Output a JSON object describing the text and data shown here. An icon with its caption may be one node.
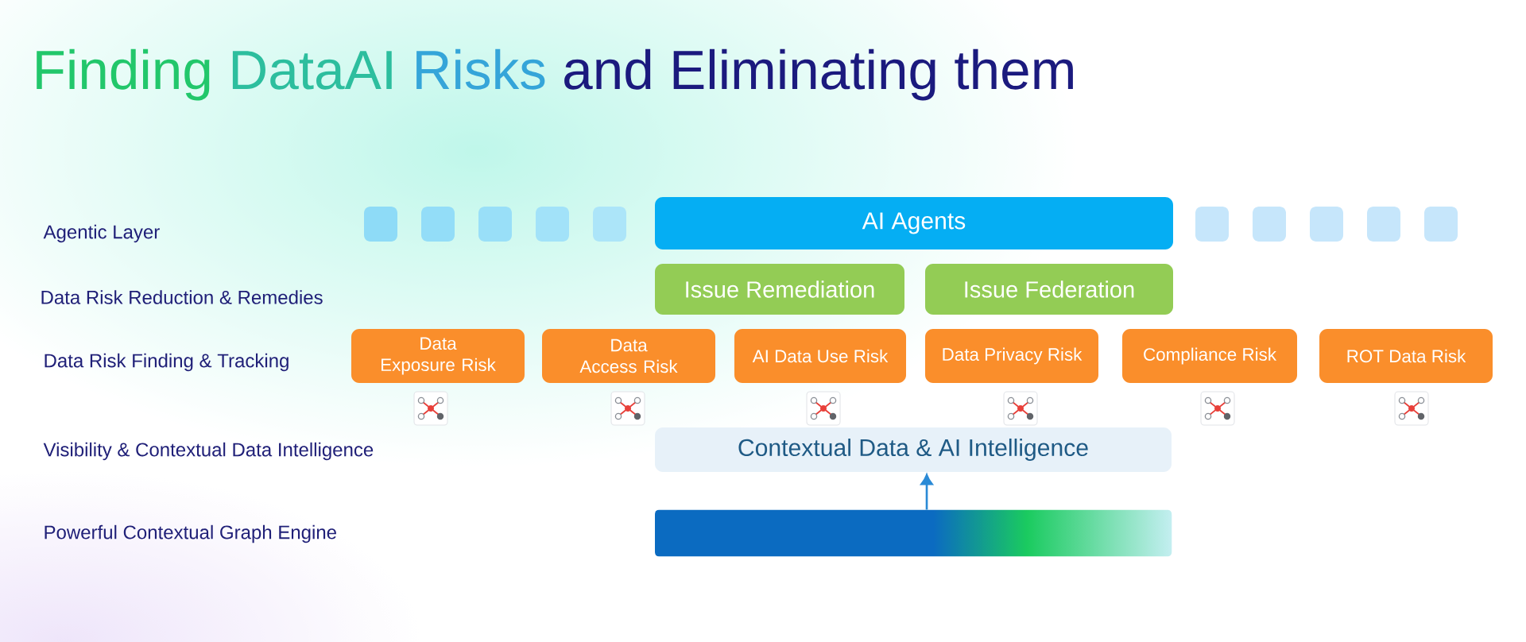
{
  "diagram": {
    "title": "Finding DataAI Risks and Eliminating them",
    "nodes": [
      {
        "text": [],
        "shape": "box"
      },
      {
        "text": [],
        "shape": "box"
      },
      {
        "text": [],
        "shape": "box"
      },
      {
        "text": [],
        "shape": "box"
      },
      {
        "text": [],
        "shape": "box"
      },
      {
        "text": [
          "AI Agents"
        ]
      },
      {
        "text": [],
        "shape": "box"
      },
      {
        "text": [],
        "shape": "box"
      },
      {
        "text": [],
        "shape": "box"
      },
      {
        "text": [],
        "shape": "box"
      },
      {
        "text": [],
        "shape": "box"
      },
      {
        "text": [
          "Issue Remediation"
        ]
      },
      {
        "text": [
          "Issue Federation"
        ]
      },
      {
        "text": [
          "Data Exposure Risk"
        ]
      },
      {
        "text": [
          "Data Access Risk"
        ]
      },
      {
        "text": [
          "AI Data Use Risk"
        ]
      },
      {
        "text": [
          "Data Privacy Risk"
        ]
      },
      {
        "text": [
          "Compliance Risk"
        ]
      },
      {
        "text": [
          "ROT Data Risk"
        ]
      },
      {
        "text": [
          "Contextual Data & AI Intelligence"
        ]
      },
      {
        "text": [],
        "shape": "bar"
      }
    ],
    "edges": [
      {
        "from": 20,
        "to": 19,
        "arrow": "to"
      }
    ],
    "labels": [
      "Agentic Layer",
      "Data Risk Reduction & Remedies",
      "Data Risk Finding & Tracking",
      "Visibility & Contextual Data Intelligence",
      "Powerful Contextual Graph Engine"
    ]
  }
}
